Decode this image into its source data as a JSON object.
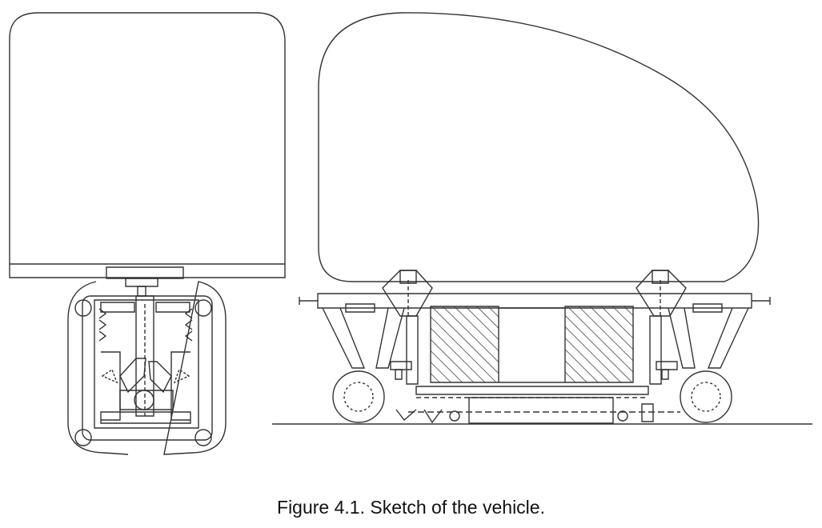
{
  "figure": {
    "caption": "Figure 4.1.  Sketch of the vehicle.",
    "views": [
      "front-view",
      "side-view"
    ],
    "line_color": "#333333",
    "hatch_color": "#444444"
  }
}
